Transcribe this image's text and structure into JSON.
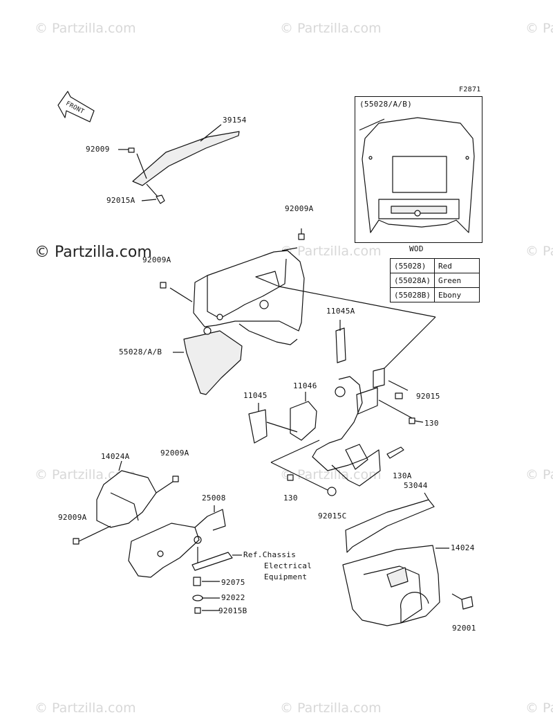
{
  "watermark": {
    "text": "© Partzilla.com"
  },
  "diagram": {
    "figure_code": "F2871",
    "front_label": "FRONT",
    "inset_title": "(55028/A/B)",
    "wod_label": "WOD",
    "color_table": [
      {
        "code": "(55028)",
        "color": "Red"
      },
      {
        "code": "(55028A)",
        "color": "Green"
      },
      {
        "code": "(55028B)",
        "color": "Ebony"
      }
    ],
    "parts": {
      "p39154": "39154",
      "p92009": "92009",
      "p92015A": "92015A",
      "p92009A_1": "92009A",
      "p92009A_2": "92009A",
      "p55028": "55028/A/B",
      "p11045A": "11045A",
      "p11046": "11046",
      "p11045": "11045",
      "p92015": "92015",
      "p130_1": "130",
      "p130_2": "130",
      "p130A": "130A",
      "p92015C": "92015C",
      "p14024A": "14024A",
      "p92009A_3": "92009A",
      "p92009A_4": "92009A",
      "p25008": "25008",
      "p53044": "53044",
      "p14024": "14024",
      "p92075": "92075",
      "p92022": "92022",
      "p92015B": "92015B",
      "p92001": "92001"
    },
    "reference_note": [
      "Ref.Chassis",
      "Electrical",
      "Equipment"
    ]
  }
}
